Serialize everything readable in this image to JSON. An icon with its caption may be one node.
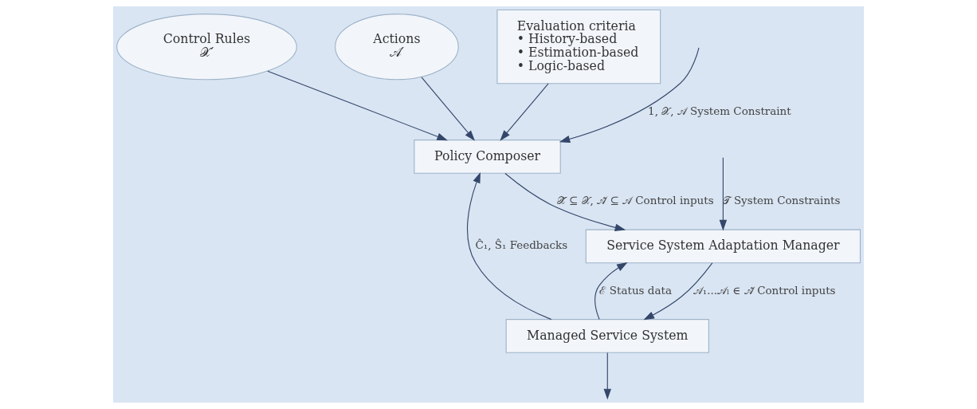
{
  "diagram": {
    "nodes": [
      {
        "text": [
          "Control Rules",
          "𝒳′"
        ]
      },
      {
        "text": [
          "Actions",
          "𝒜′"
        ]
      },
      {
        "text": [
          "Evaluation criteria",
          "• History-based",
          "• Estimation-based",
          "• Logic-based"
        ]
      },
      {
        "text": [
          "Policy Composer"
        ]
      },
      {
        "text": [
          "Service System Adaptation Manager"
        ]
      },
      {
        "text": [
          "Managed Service System"
        ]
      }
    ],
    "edges": [
      {
        "from": 0,
        "to": 3,
        "arrow": "to"
      },
      {
        "from": 1,
        "to": 3,
        "arrow": "to"
      },
      {
        "from": 2,
        "to": 3,
        "arrow": "to"
      },
      {
        "from": null,
        "to": 3,
        "arrow": "to",
        "label": "1, 𝒳, 𝒜 System Constraint"
      },
      {
        "from": 5,
        "to": 3,
        "arrow": "to",
        "label": "Ĉ₁, Ŝ₁ Feedbacks"
      },
      {
        "from": 3,
        "to": 4,
        "arrow": "to",
        "label": "𝒳̃ ⊆ 𝒳, 𝒜̃ ⊆ 𝒜 Control inputs"
      },
      {
        "from": null,
        "to": 4,
        "arrow": "to",
        "label": "𝒯 System Constraints"
      },
      {
        "from": 4,
        "to": 5,
        "arrow": "to",
        "label": "𝒜₁...𝒜ₗ ∈ 𝒜̃ Control inputs"
      },
      {
        "from": 5,
        "to": 4,
        "arrow": "to",
        "label": "ℰ Status data"
      },
      {
        "from": 5,
        "to": null,
        "arrow": "to"
      }
    ]
  }
}
